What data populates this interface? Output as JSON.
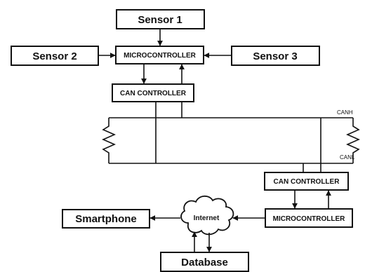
{
  "nodes": {
    "sensor1": "Sensor 1",
    "sensor2": "Sensor 2",
    "sensor3": "Sensor 3",
    "mcu_top": "MICROCONTROLLER",
    "can_top": "CAN CONTROLLER",
    "can_bottom": "CAN CONTROLLER",
    "mcu_bottom": "MICROCONTROLLER",
    "smartphone": "Smartphone",
    "internet": "Internet",
    "database": "Database"
  },
  "bus": {
    "canh": "CANH",
    "canl": "CANL"
  }
}
